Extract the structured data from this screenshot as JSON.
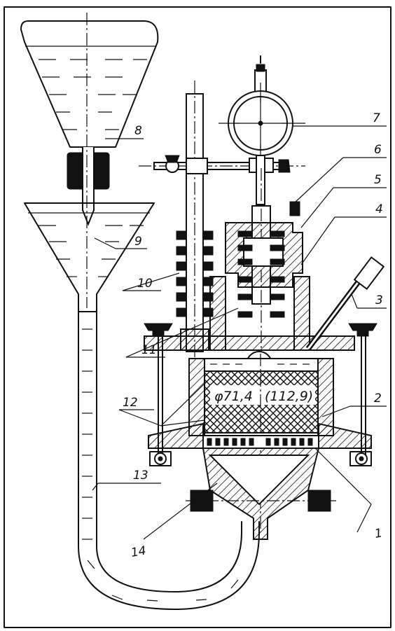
{
  "figure": {
    "callouts": [
      "1",
      "2",
      "3",
      "4",
      "5",
      "6",
      "7",
      "8",
      "9",
      "10",
      "11",
      "12",
      "13",
      "14"
    ],
    "dimension_diameter": "φ71,4",
    "dimension_height": "(112,9)"
  }
}
